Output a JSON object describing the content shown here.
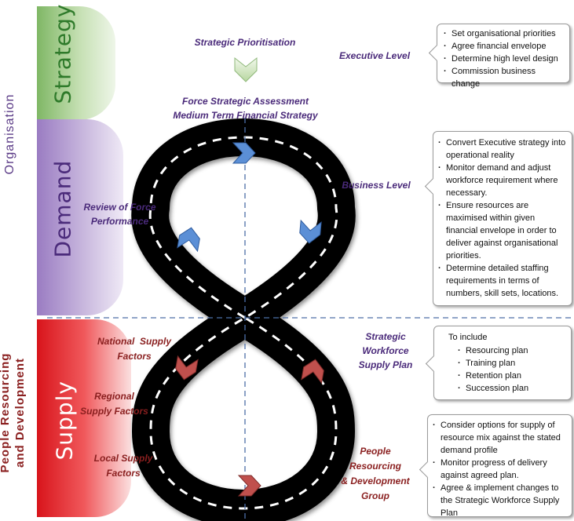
{
  "left_labels": {
    "organisation": "Organisation",
    "people": "People Resourcing\nand Development"
  },
  "bands": {
    "strategy": "Strategy",
    "demand": "Demand",
    "supply": "Supply"
  },
  "center": {
    "strategic_prioritisation": "Strategic Prioritisation",
    "force_assessment_line1": "Force Strategic Assessment",
    "force_assessment_line2": "Medium Term Financial Strategy"
  },
  "left_notes": {
    "review": "Review of Force\nPerformance",
    "national": "National  Supply\nFactors",
    "regional": "Regional\nSupply Factors",
    "local": "Local Supply\nFactors"
  },
  "levels": {
    "executive": "Executive Level",
    "business": "Business Level",
    "workforce": "Strategic\nWorkforce\nSupply Plan",
    "people_group": "People\nResourcing\n& Development\nGroup"
  },
  "callouts": {
    "executive": [
      "Set organisational priorities",
      "Agree financial envelope",
      "Determine high level design",
      "Commission business change"
    ],
    "business": [
      "Convert Executive strategy into operational reality",
      "Monitor demand and adjust workforce requirement where necessary.",
      "Ensure resources are maximised within given financial envelope in order to deliver against organisational priorities.",
      "Determine detailed staffing requirements in terms of numbers, skill sets, locations."
    ],
    "workforce_intro": "To include",
    "workforce": [
      "Resourcing plan",
      "Training plan",
      "Retention plan",
      "Succession plan"
    ],
    "people_group": [
      "Consider options for supply of resource mix against the stated demand profile",
      "Monitor progress of delivery against agreed plan.",
      "Agree & implement changes to the Strategic Workforce Supply Plan"
    ]
  },
  "icons": {
    "chevron_blue": "chevron-arrow-blue",
    "chevron_red": "chevron-arrow-red",
    "down_arrow": "down-arrow-green"
  },
  "colors": {
    "strategy": "#c6e0b4",
    "demand": "#c9b8de",
    "supply": "#e8262b",
    "road": "#050505",
    "arrow_blue": "#5b8fd6",
    "arrow_red": "#c0504d",
    "text_purple": "#4a2a7a",
    "text_red": "#8a1f1f"
  }
}
